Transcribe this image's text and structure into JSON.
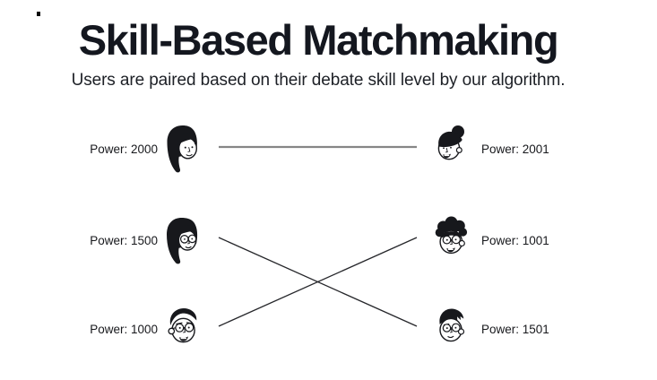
{
  "header": {
    "title": "Skill-Based Matchmaking",
    "subtitle": "Users are paired based on their debate skill level by our algorithm."
  },
  "matchmaking": {
    "left_column": [
      {
        "label": "Power: 2000",
        "avatar": "woman-long-hair"
      },
      {
        "label": "Power: 1500",
        "avatar": "woman-long-hair-glasses"
      },
      {
        "label": "Power: 1000",
        "avatar": "man-side-part-glasses"
      }
    ],
    "right_column": [
      {
        "label": "Power: 2001",
        "avatar": "woman-hair-bun"
      },
      {
        "label": "Power: 1001",
        "avatar": "man-curly-hair-glasses"
      },
      {
        "label": "Power: 1501",
        "avatar": "man-short-hair-glasses"
      }
    ],
    "matches": [
      {
        "left_index": 0,
        "right_index": 0,
        "line_color": "#868686",
        "line_width": 2.2
      },
      {
        "left_index": 1,
        "right_index": 2,
        "line_color": "#26272b",
        "line_width": 1.3
      },
      {
        "left_index": 2,
        "right_index": 1,
        "line_color": "#26272b",
        "line_width": 1.3
      }
    ]
  },
  "colors": {
    "background": "#ffffff",
    "heading_text": "#14171f",
    "body_text": "#1d2026",
    "label_text": "#17181c",
    "ink": "#17181c"
  }
}
